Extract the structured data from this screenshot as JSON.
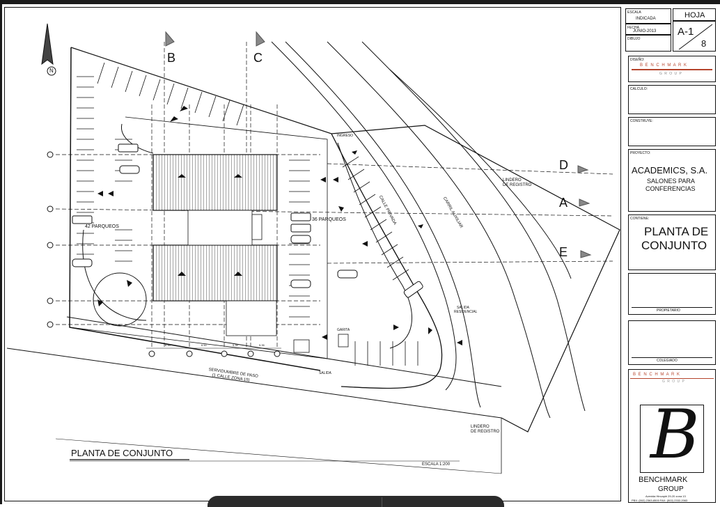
{
  "plan": {
    "north_label": "N",
    "section_labels": [
      "B",
      "C",
      "D",
      "A",
      "E"
    ],
    "parking_left": "42 PARQUEOS",
    "parking_right": "36 PARQUEOS",
    "ingreso": "INGRESO",
    "calle_privada": "CALLE PRIVADA",
    "carril_auxiliar": "CARRIL AUXILIAR",
    "lindero_top_1": "LINDERO",
    "lindero_top_2": "DE REGISTRO",
    "lindero_bottom_1": "LINDERO",
    "lindero_bottom_2": "DE REGISTRO",
    "salida_res_1": "SALIDA",
    "salida_res_2": "RESIDENCIAL",
    "garita": "GARITA",
    "salida": "SALIDA",
    "servidumbre_1": "SERVIDUMBRE DE PASO",
    "servidumbre_2": "(1 CALLE ZONA 15)",
    "dims": [
      "6.50",
      "6.50",
      "5.35",
      "5.35"
    ],
    "drawing_title": "PLANTA  DE CONJUNTO",
    "scale": "ESCALA 1:200"
  },
  "title_block": {
    "escala_label": "ESCALA",
    "escala_value": "INDICADA",
    "fecha_label": "FECHA",
    "fecha_value": "JUNIO-2013",
    "dibujo_label": "DIBUJO",
    "hoja_label": "HOJA",
    "sheet_number": "A-1",
    "sheet_total": "8",
    "diseno_label": "DISEÑO:",
    "benchmark_spaced": "B E N C H M A R K",
    "group_spaced": "G R O U P",
    "calculo_label": "CALCULO:",
    "construye_label": "CONSTRUYE:",
    "proyecto_label": "PROYECTO:",
    "project_name": "ACADEMICS, S.A.",
    "project_desc_1": "SALONES PARA",
    "project_desc_2": "CONFERENCIAS",
    "contiene_label": "CONTIENE:",
    "contiene_1": "PLANTA DE",
    "contiene_2": "CONJUNTO",
    "propietario_label": "PROPIETARIO",
    "colegiado_label": "COLEGIADO",
    "logo_letter": "B",
    "company_1": "BENCHMARK",
    "company_2": "GROUP",
    "address": "Avenida Hincapié 29-20 zona 13",
    "phone": "PBX: (502) 2363-8500  FAX: (502) 2332-2063"
  },
  "colors": {
    "accent": "#b5442c",
    "ink": "#111111",
    "hatch": "#888888"
  }
}
